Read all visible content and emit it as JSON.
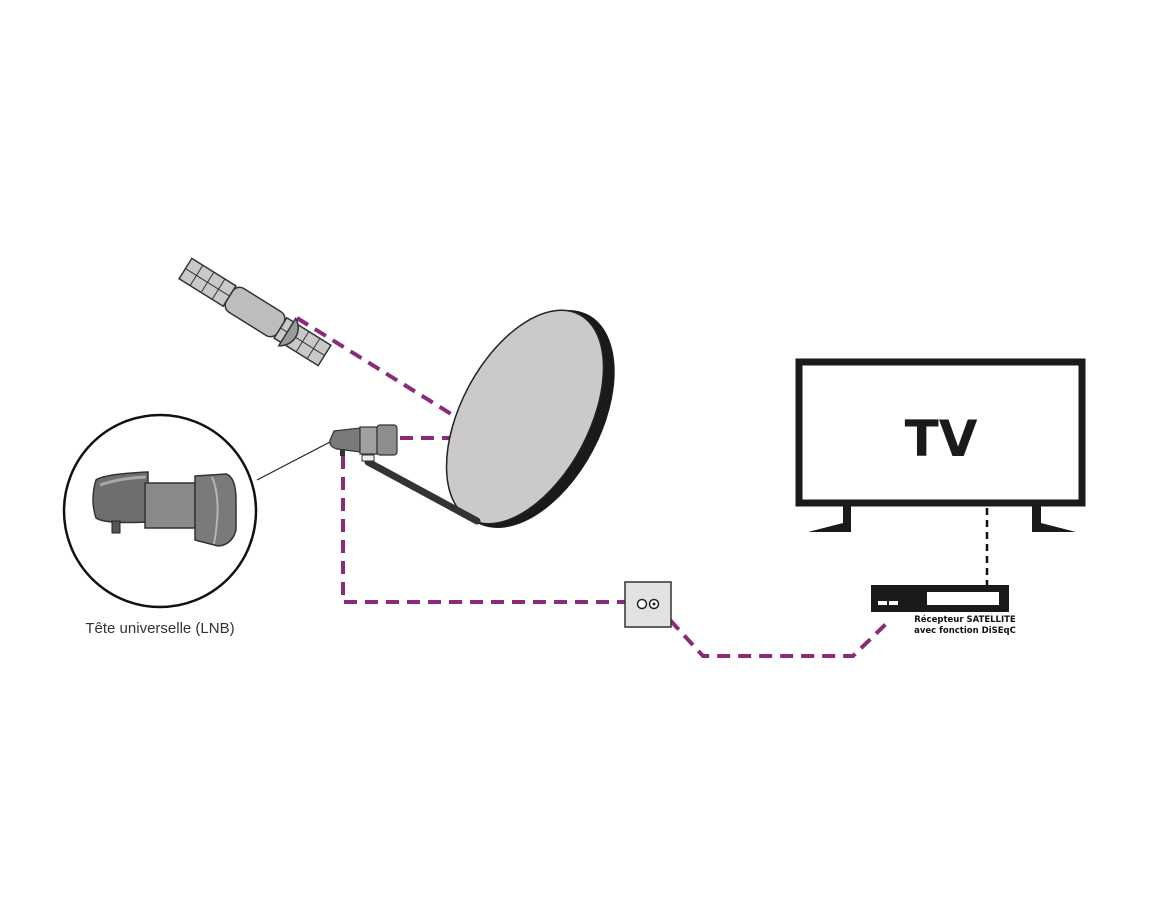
{
  "labels": {
    "tv": "TV",
    "lnb_caption": "Tête universelle (LNB)",
    "receiver_line1": "Récepteur SATELLITE",
    "receiver_line2": "avec fonction DiSEqC"
  },
  "colors": {
    "cable": "#8b2a78",
    "dish_face": "#cbc9c9",
    "dish_rim": "#1a1a1a",
    "tv_frame": "#1a1a1a",
    "lnb_body": "#6e6e6e",
    "lnb_highlight": "#a9a9a9",
    "wall_outlet": "#e2e2e2"
  }
}
